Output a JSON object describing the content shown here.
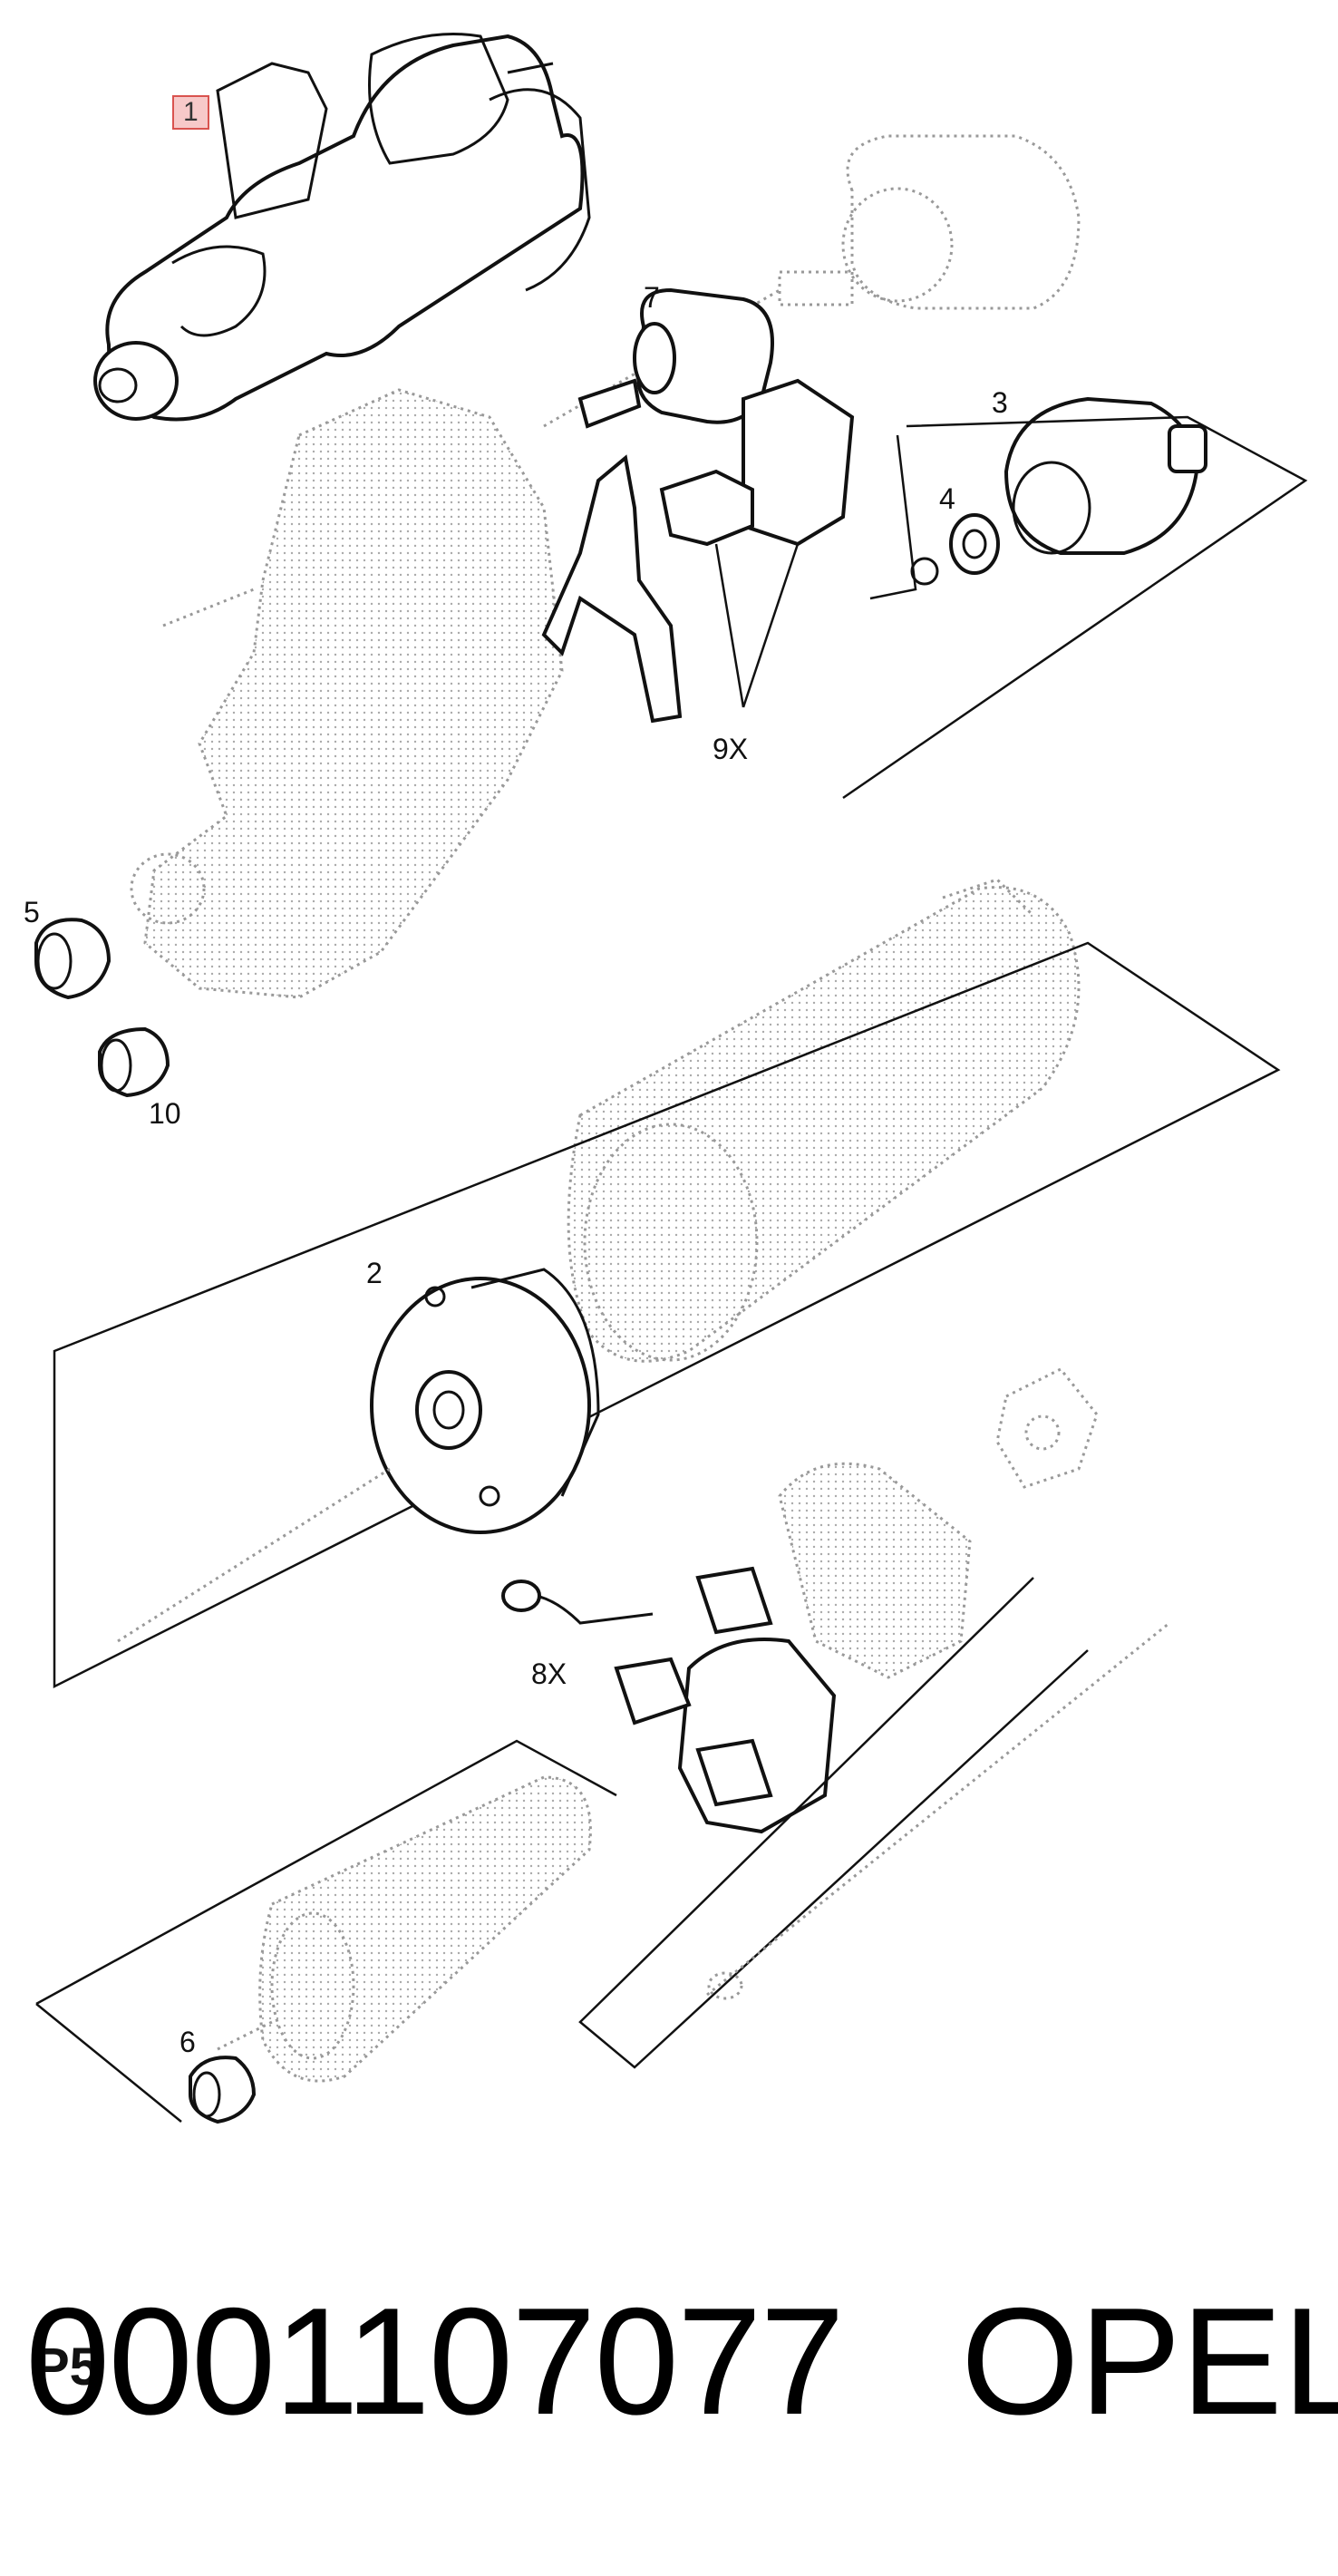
{
  "callouts": {
    "c1": "1",
    "c2": "2",
    "c3": "3",
    "c4": "4",
    "c5": "5",
    "c6": "6",
    "c7": "7",
    "c8": "8X",
    "c9": "9X",
    "c10": "10"
  },
  "page_code": "P5",
  "part_number": "0001107077",
  "brand": "OPEL",
  "colors": {
    "highlight_fill": "#f7c9c9",
    "highlight_border": "#d9534f",
    "line": "#111111",
    "ghost_line": "#999999"
  }
}
